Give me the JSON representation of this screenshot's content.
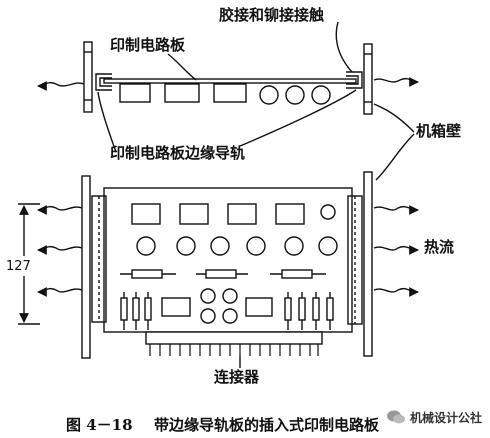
{
  "labels": {
    "contact": "胶接和铆接接触",
    "pcb": "印制电路板",
    "chassis": "机箱壁",
    "guide_rail": "印制电路板边缘导轨",
    "height": "127",
    "heat_flow": "热流",
    "connector": "连接器"
  },
  "caption": {
    "figure_no": "图 4－18",
    "title": "带边缘导轨板的插入式印制电路板"
  },
  "watermark": {
    "text": "机械设计公社",
    "icon": "wechat-icon"
  }
}
